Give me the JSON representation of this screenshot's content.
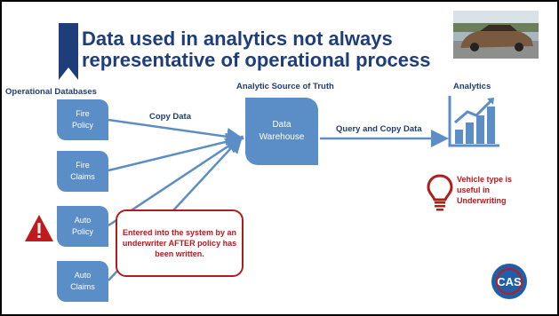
{
  "title": "Data used in analytics not always representative of operational process",
  "sections": {
    "operational": "Operational Databases",
    "source_of_truth": "Analytic Source of Truth",
    "analytics": "Analytics"
  },
  "databases": [
    {
      "line1": "Fire",
      "line2": "Policy"
    },
    {
      "line1": "Fire",
      "line2": "Claims"
    },
    {
      "line1": "Auto",
      "line2": "Policy"
    },
    {
      "line1": "Auto",
      "line2": "Claims"
    }
  ],
  "warehouse": {
    "line1": "Data",
    "line2": "Warehouse"
  },
  "edges": {
    "copy": "Copy Data",
    "query_copy": "Query and Copy Data"
  },
  "callout": "Entered into the system by an underwriter AFTER policy has been written.",
  "insight": "Vehicle type is useful in Underwriting",
  "logo_text": "CAS",
  "colors": {
    "title_blue": "#1f3d7a",
    "box_blue": "#5b8dc6",
    "alert_red": "#b01d1d",
    "warning_red": "#c0191e"
  }
}
